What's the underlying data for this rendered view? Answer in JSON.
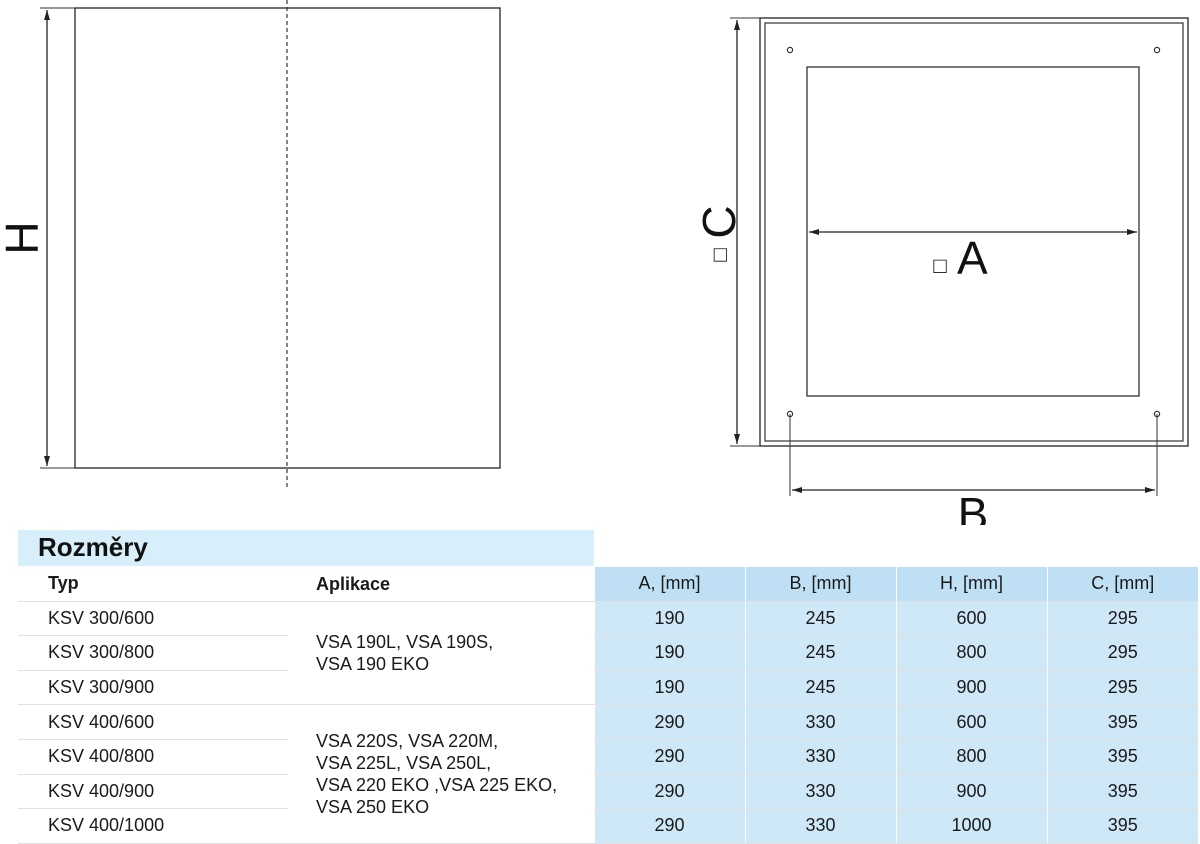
{
  "drawing": {
    "left_view": {
      "dim_label": "H"
    },
    "right_view": {
      "dim_c": "C",
      "dim_a": "A",
      "dim_b": "B",
      "square_symbol": "□"
    }
  },
  "table": {
    "title": "Rozměry",
    "headers": {
      "typ": "Typ",
      "aplikace": "Aplikace",
      "a": "A, [mm]",
      "b": "B, [mm]",
      "h": "H, [mm]",
      "c": "C, [mm]"
    },
    "application_groups": [
      {
        "lines": [
          "VSA 190L, VSA 190S,",
          "VSA 190 EKO"
        ]
      },
      {
        "lines": [
          "VSA 220S, VSA 220M,",
          "VSA 225L, VSA 250L,",
          "VSA 220 EKO ,VSA 225 EKO,",
          "VSA 250 EKO"
        ]
      }
    ],
    "rows": [
      {
        "typ": "KSV 300/600",
        "a": "190",
        "b": "245",
        "h": "600",
        "c": "295"
      },
      {
        "typ": "KSV 300/800",
        "a": "190",
        "b": "245",
        "h": "800",
        "c": "295"
      },
      {
        "typ": "KSV 300/900",
        "a": "190",
        "b": "245",
        "h": "900",
        "c": "295"
      },
      {
        "typ": "KSV 400/600",
        "a": "290",
        "b": "330",
        "h": "600",
        "c": "395"
      },
      {
        "typ": "KSV 400/800",
        "a": "290",
        "b": "330",
        "h": "800",
        "c": "395"
      },
      {
        "typ": "KSV 400/900",
        "a": "290",
        "b": "330",
        "h": "900",
        "c": "395"
      },
      {
        "typ": "KSV 400/1000",
        "a": "290",
        "b": "330",
        "h": "1000",
        "c": "395"
      }
    ]
  },
  "colors": {
    "header_band": "#d7eefb",
    "value_cells": "#cfe8f7",
    "lines": "#222222"
  }
}
